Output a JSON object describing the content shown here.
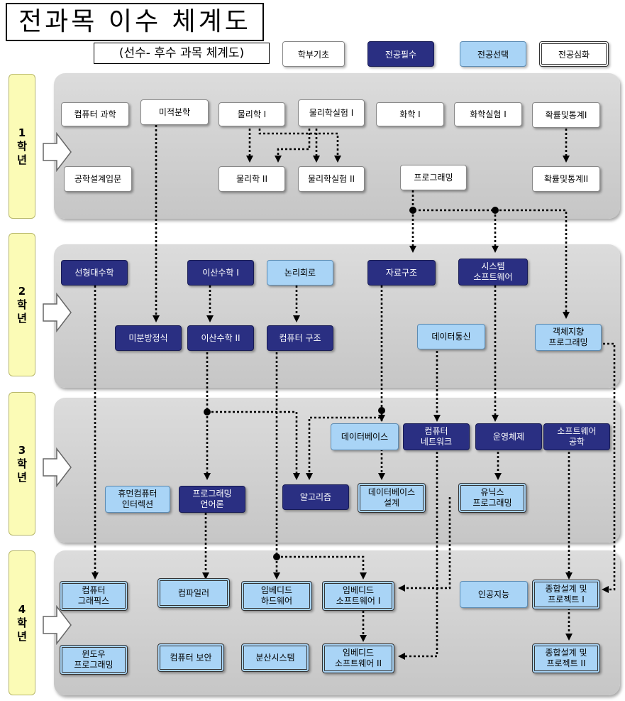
{
  "title": "전과목 이수 체계도",
  "subtitle": "(선수- 후수 과목 체계도)",
  "legend": {
    "basic": "학부기초",
    "required": "전공필수",
    "elective": "전공선택",
    "advanced": "전공심화"
  },
  "years": [
    {
      "label": "1\n학\n년"
    },
    {
      "label": "2\n학\n년"
    },
    {
      "label": "3\n학\n년"
    },
    {
      "label": "4\n학\n년"
    }
  ],
  "courses": {
    "c1": "컴퓨터 과학",
    "c2": "미적분학",
    "c3": "물리학 I",
    "c4": "물리학실험 I",
    "c5": "화학 I",
    "c6": "화학실험 I",
    "c7": "확률및통계I",
    "c8": "공학설계입문",
    "c9": "물리학 II",
    "c10": "물리학실험 II",
    "c11": "프로그래밍",
    "c12": "확률및통계II",
    "c13": "선형대수학",
    "c14": "이산수학 I",
    "c15": "논리회로",
    "c16": "자료구조",
    "c17": "시스템\n소프트웨어",
    "c18": "미분방정식",
    "c19": "이산수학 II",
    "c20": "컴퓨터 구조",
    "c21": "데이터통신",
    "c22": "객체지향\n프로그래밍",
    "c23": "데이터베이스",
    "c24": "컴퓨터\n네트워크",
    "c25": "운영체제",
    "c26": "소프트웨어\n공학",
    "c27": "휴먼컴퓨터\n인터렉션",
    "c28": "프로그래밍\n언어론",
    "c29": "알고리즘",
    "c30": "데이터베이스\n설계",
    "c31": "유닉스\n프로그래밍",
    "c32": "컴퓨터\n그래픽스",
    "c33": "컴파일러",
    "c34": "임베디드\n하드웨어",
    "c35": "임베디드\n소프트웨어 I",
    "c36": "인공지능",
    "c37": "종합설계 및\n프로젝트 I",
    "c38": "윈도우\n프로그래밍",
    "c39": "컴퓨터 보안",
    "c40": "분산시스템",
    "c41": "임베디드\n소프트웨어 II",
    "c42": "종합설계 및\n프로젝트 II"
  }
}
